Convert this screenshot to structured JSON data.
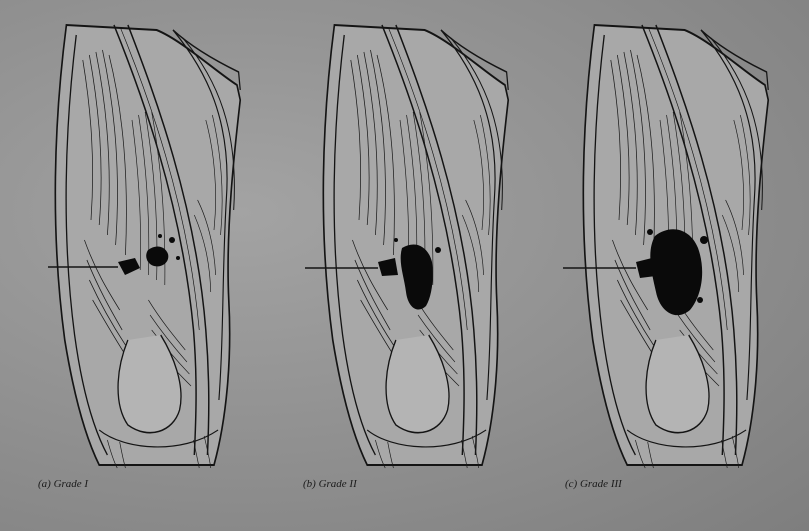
{
  "figure": {
    "panels": [
      {
        "id": "a",
        "caption": "(a) Grade I",
        "grade": "I"
      },
      {
        "id": "b",
        "caption": "(b) Grade II",
        "grade": "II"
      },
      {
        "id": "c",
        "caption": "(c) Grade III",
        "grade": "III"
      }
    ],
    "colors": {
      "background": "#8e8e8e",
      "ink": "#141414",
      "lesion": "#0a0a0a",
      "paper_light": "#b4b4b4"
    },
    "icons": [
      "thigh-muscle-illustration",
      "pointer-arrow",
      "tear-lesion"
    ]
  }
}
